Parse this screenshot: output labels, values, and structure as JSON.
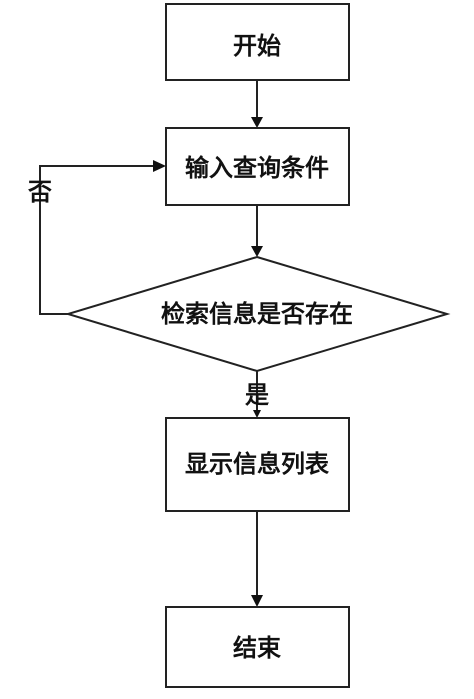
{
  "nodes": {
    "start": "开始",
    "input_query": "输入查询条件",
    "check_exists": "检索信息是否存在",
    "show_list": "显示信息列表",
    "end": "结束"
  },
  "edges": {
    "no": "否",
    "yes": "是"
  }
}
